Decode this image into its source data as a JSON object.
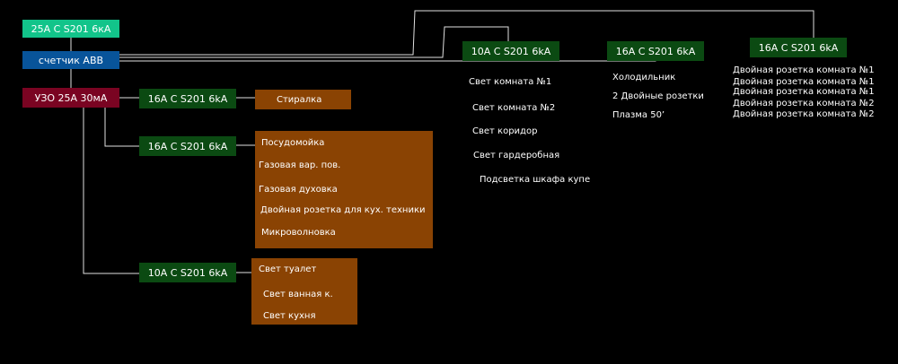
{
  "main_breaker": "25А С S201 6кА",
  "meter": "счетчик ABB",
  "rcd": "УЗО 25А 30мА",
  "breakers": {
    "b1": "16А С S201 6kA",
    "b2": "16А С S201 6kA",
    "b3": "10А С S201 6kA",
    "top1": "10A C S201 6kA",
    "top2": "16A C S201 6kA",
    "top3": "16A C S201 6kA"
  },
  "loads": {
    "b1": [
      "Стиралка"
    ],
    "b2": [
      "Посудомойка",
      "Газовая вар. пов.",
      "Газовая духовка",
      "Двойная розетка для кух. техники",
      "Микроволновка"
    ],
    "b3": [
      "Свет туалет",
      "Свет ванная к.",
      "Свет кухня"
    ],
    "top1": [
      "Свет комната №1",
      "Свет комната №2",
      "Свет коридор",
      "Свет гардеробная",
      "Подсветка шкафа купе"
    ],
    "top2": [
      "Холодильник",
      "2 Двойные розетки",
      "Плазма 50’"
    ],
    "top3": [
      "Двойная розетка комната №1",
      "Двойная розетка комната №1",
      "Двойная розетка комната №1",
      "Двойная розетка комната №2",
      "Двойная розетка комната №2"
    ]
  }
}
